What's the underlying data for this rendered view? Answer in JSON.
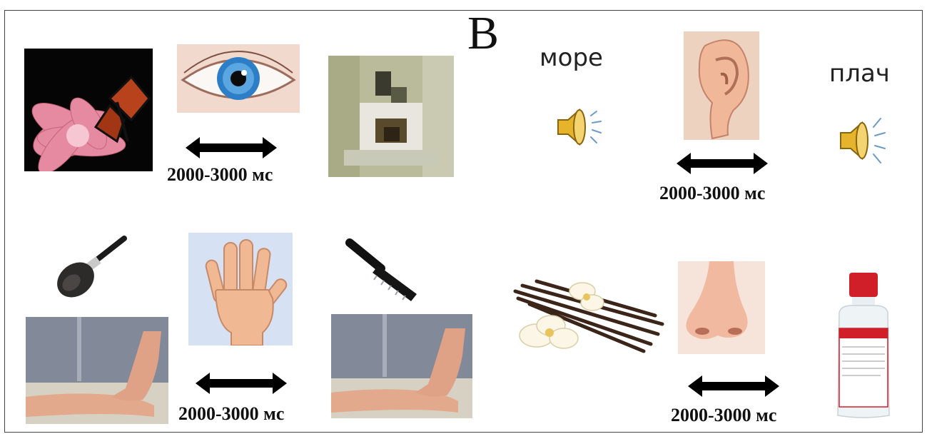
{
  "panel_label": "B",
  "words": {
    "left": "море",
    "right": "плач"
  },
  "timings": {
    "visual": "2000-3000 мс",
    "auditory": "2000-3000 мс",
    "tactile": "2000-3000 мс",
    "olfactory": "2000-3000 мс"
  },
  "icons": {
    "speaker": "speaker-sound-icon",
    "arrow": "double-headed-arrow-icon",
    "eye": "eye-icon",
    "ear": "ear-icon",
    "hand": "hand-icon",
    "nose": "nose-icon"
  },
  "colors": {
    "arrow": "#000000",
    "speaker": "#d8a21a",
    "skin": "#f0c9a8"
  }
}
